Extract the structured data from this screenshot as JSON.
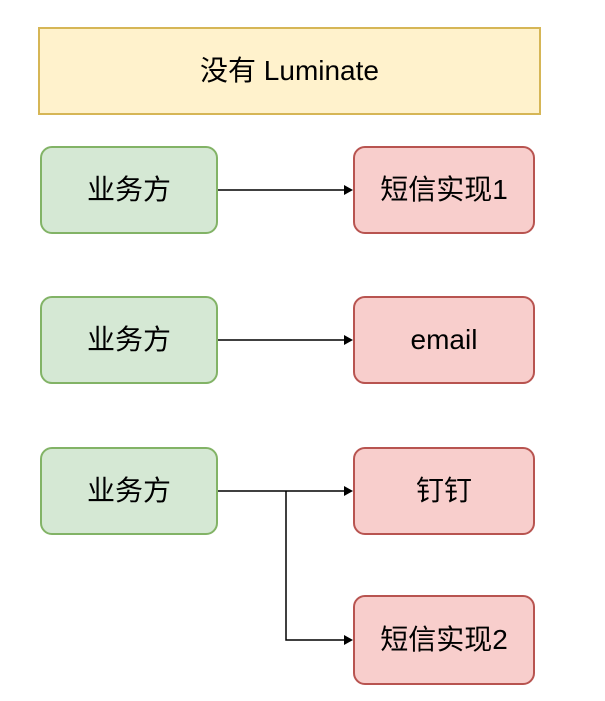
{
  "diagram": {
    "header": {
      "label": "没有 Luminate"
    },
    "rows": [
      {
        "source": "业务方",
        "target": "短信实现1"
      },
      {
        "source": "业务方",
        "target": "email"
      },
      {
        "source": "业务方",
        "target": "钉钉",
        "secondary_target": "短信实现2"
      }
    ],
    "colors": {
      "background": "#FFFFFF",
      "header_fill": "#FFF2CC",
      "header_border": "#D6B656",
      "source_fill": "#D5E8D4",
      "source_border": "#82B366",
      "target_fill": "#F8CECC",
      "target_border": "#B85450",
      "arrow": "#000000",
      "text": "#000000"
    }
  }
}
